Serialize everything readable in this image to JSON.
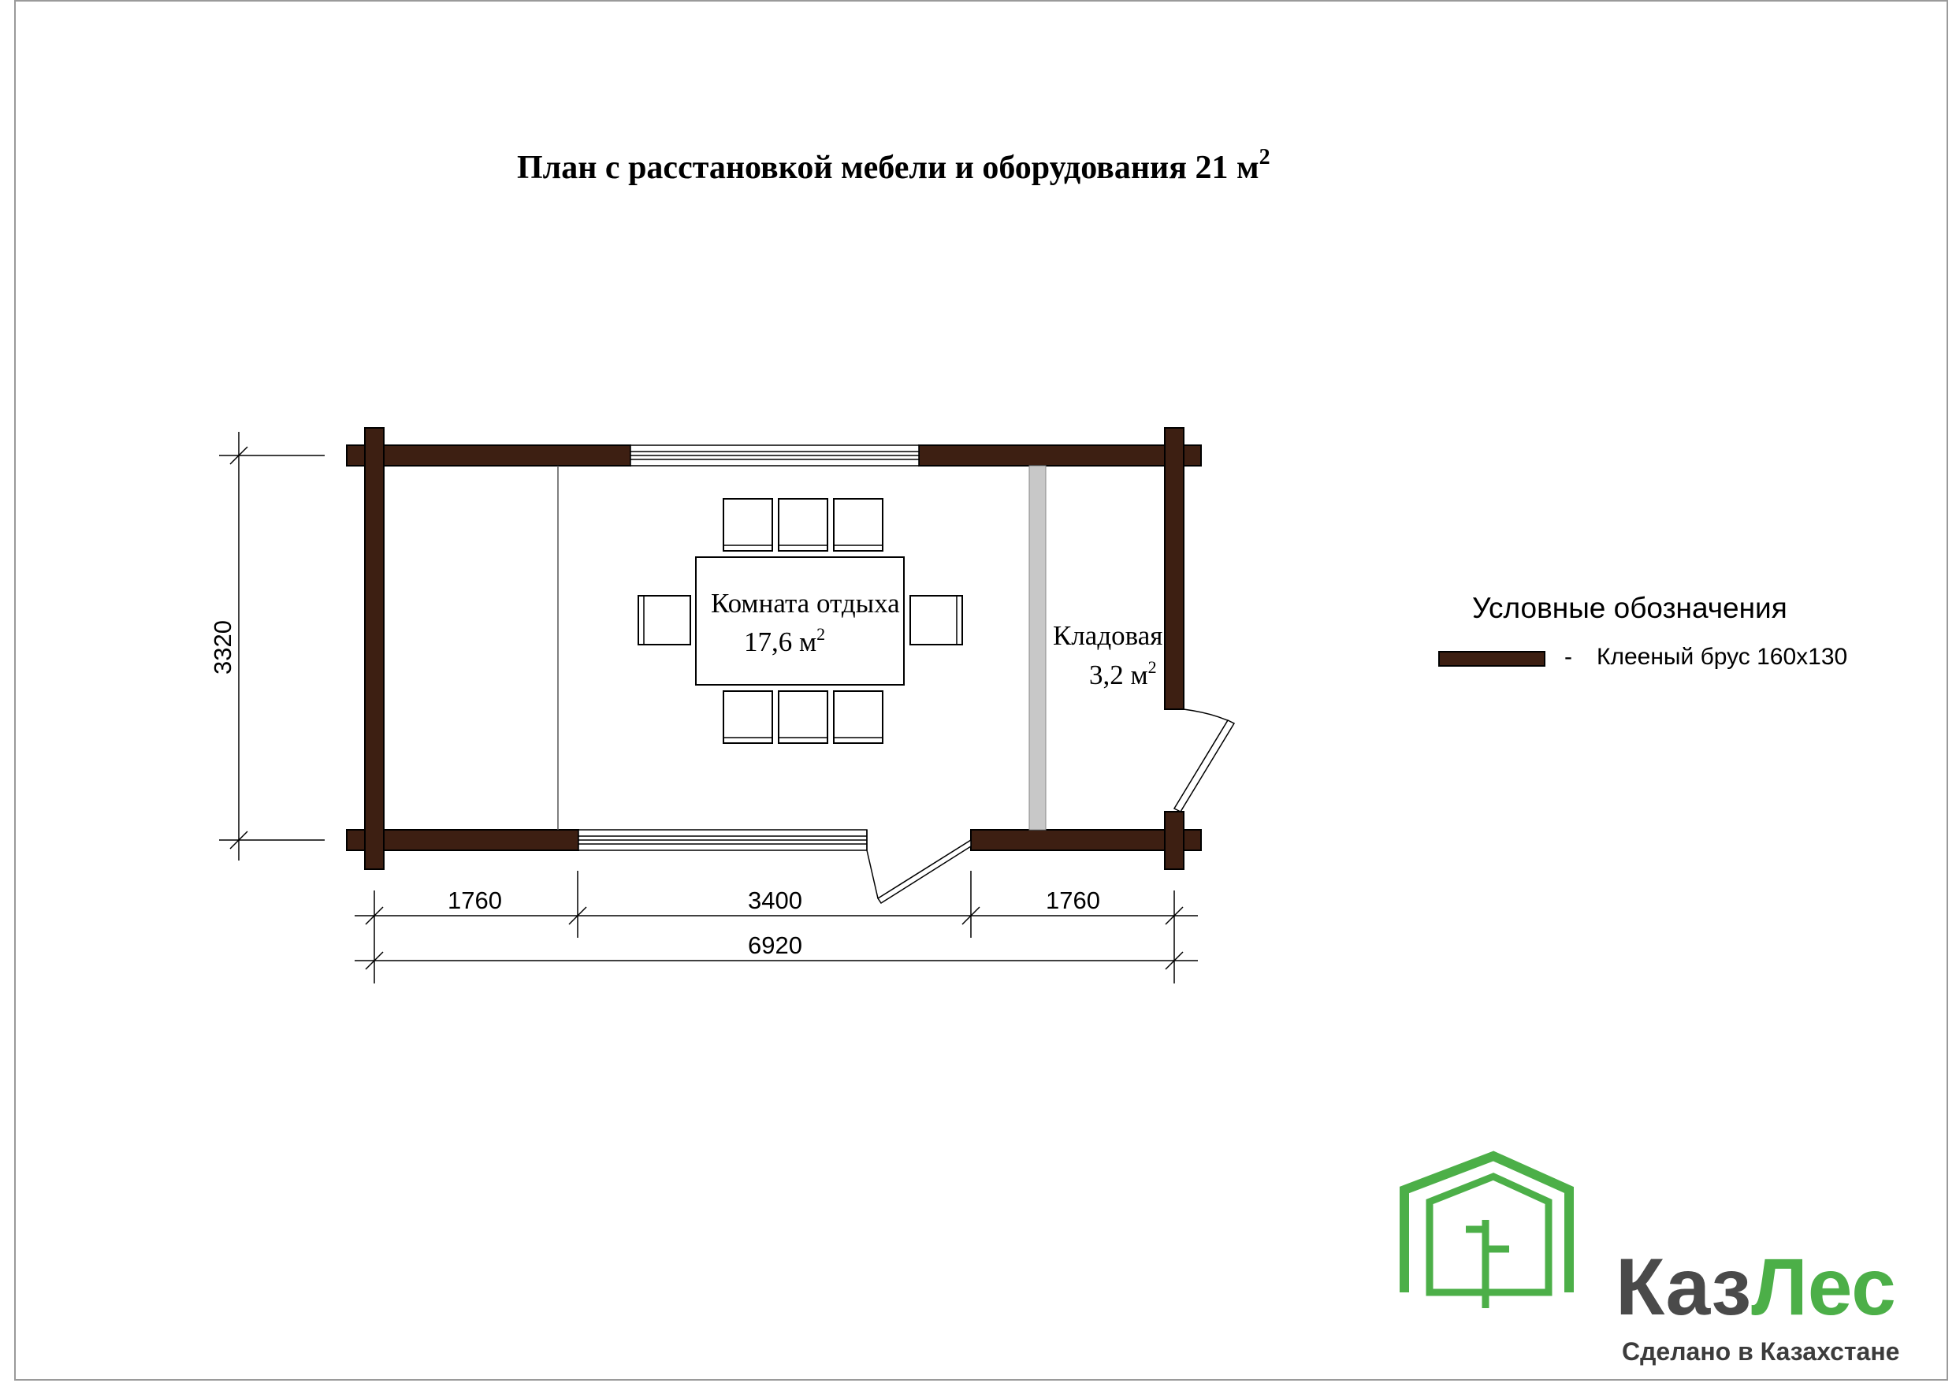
{
  "title": {
    "text": "План с расстановкой мебели и оборудования 21 м",
    "sup": "2"
  },
  "rooms": {
    "lounge": {
      "name": "Комната отдыха",
      "area": "17,6 м",
      "sup": "2"
    },
    "storage": {
      "name": "Кладовая",
      "area": "3,2 м",
      "sup": "2"
    }
  },
  "dimensions": {
    "height": "3320",
    "seg_left": "1760",
    "seg_middle": "3400",
    "seg_right": "1760",
    "total": "6920"
  },
  "legend": {
    "title": "Условные обозначения",
    "dash": "-",
    "item": "Клееный брус 160х130",
    "swatch_color": "#3d1f12"
  },
  "logo": {
    "brand_dark": "Каз",
    "brand_green": "Лес",
    "tagline": "Сделано  в  Казахстане",
    "green": "#4caf48",
    "dark": "#4a4a4a"
  },
  "colors": {
    "wall": "#3d1f12",
    "partition": "#c8c8c8"
  }
}
